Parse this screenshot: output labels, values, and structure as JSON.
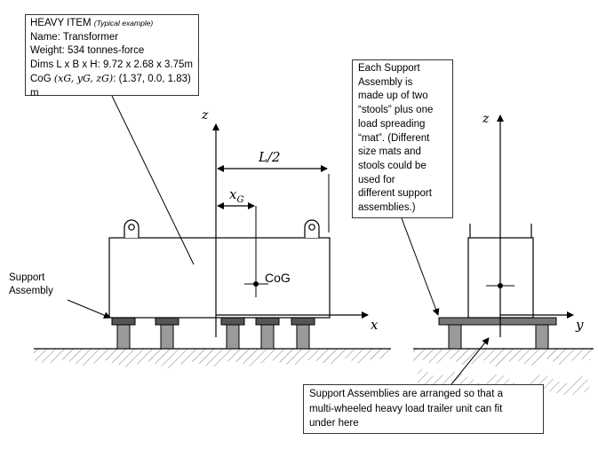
{
  "heavy_item": {
    "title": "HEAVY ITEM",
    "title_note": "(Typical example)",
    "name": "Name: Transformer",
    "weight": "Weight: 534 tonnes-force",
    "dims": "Dims L x B x H: 9.72 x 2.68 x 3.75m",
    "cog_prefix": "CoG",
    "cog_vars": "(xG, yG, zG)",
    "cog_values": ": (1.37, 0.0, 1.83) m"
  },
  "support_note": {
    "lines": [
      "Each Support",
      "Assembly is",
      "made up of two",
      "“stools” plus one",
      "load spreading",
      "“mat”.  (Different",
      "size mats and",
      "stools could be",
      "used for",
      "different support",
      "assemblies.)"
    ]
  },
  "trailer_note": {
    "lines": [
      "Support Assemblies are arranged so that a",
      "multi-wheeled heavy load trailer unit can fit",
      "under here"
    ]
  },
  "labels": {
    "support_assembly": [
      "Support",
      "Assembly"
    ],
    "cog": "CoG",
    "z_left": "z",
    "z_right": "z",
    "x_axis": "x",
    "y_axis": "y",
    "half_length": "L/2",
    "xg": "x",
    "xg_sub": "G"
  }
}
